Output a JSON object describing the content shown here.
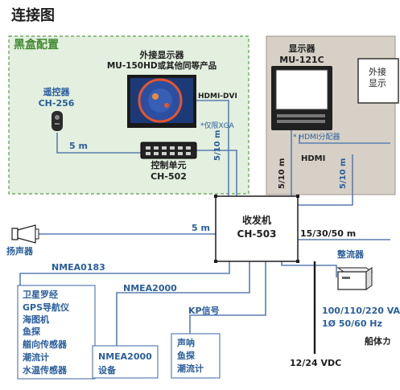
{
  "title": "连接图",
  "blackbox": {
    "title": "黑盒配置"
  },
  "ext_display": {
    "line1": "外接显示器",
    "line2": "MU-150HD或其他同等产品"
  },
  "hdmi_dvi": "HDMI-DVI",
  "xga_note": "*仅限XGA",
  "remote": {
    "name": "遥控器",
    "model": "CH-256"
  },
  "control_unit": {
    "name": "控制单元",
    "model": "CH-502"
  },
  "monitor": {
    "name": "显示器",
    "model": "MU-121C"
  },
  "ext_display_right": {
    "line1": "外接",
    "line2": "显示"
  },
  "hdmi_splitter": "* HDMI分配器",
  "hdmi": "HDMI",
  "transceiver": {
    "name": "收发机",
    "model": "CH-503"
  },
  "speaker": "扬声器",
  "rectifier": "整流器",
  "cables": {
    "remote_len": "5 m",
    "ctrl_len": "5/10 m",
    "monitor_len": "5/10 m",
    "right_len": "5/10 m",
    "speaker_len": "5 m",
    "tx_len": "15/30/50 m"
  },
  "nmea0183": {
    "label": "NMEA0183",
    "devices": [
      "卫星罗经",
      "GPS导航仪",
      "海图机",
      "鱼探",
      "艏向传感器",
      "潮流计",
      "水温传感器"
    ]
  },
  "nmea2000": {
    "label": "NMEA2000",
    "box_line1": "NMEA2000",
    "box_line2": "设备"
  },
  "kp": {
    "label": "KP信号",
    "devices": [
      "声呐",
      "鱼探",
      "潮流计"
    ]
  },
  "power_ac": {
    "line1": "100/110/220 VA",
    "line2": "1Ø 50/60 Hz"
  },
  "power_dc": "12/24 VDC",
  "ship_label": "船体カ",
  "colors": {
    "accent": "#2a5e9c",
    "blackbox_bg": "#e3efdf",
    "blackbox_border": "#5a9e4a",
    "display_bg": "#d6d0c6",
    "cable": "#5a7fb0"
  }
}
